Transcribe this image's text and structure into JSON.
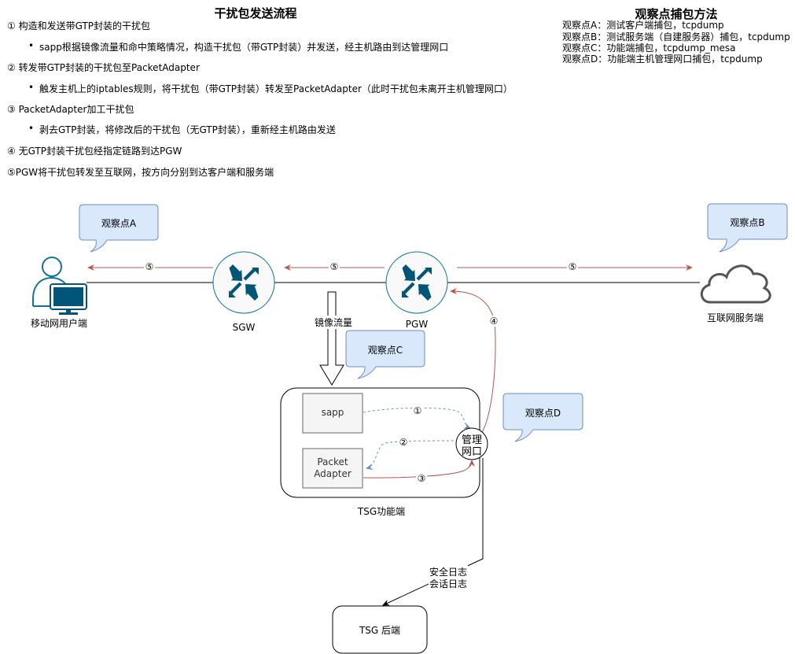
{
  "flow": {
    "title": "干扰包发送流程",
    "steps": [
      {
        "label": "① 构造和发送带GTP封装的干扰包",
        "detail": "sapp根据镜像流量和命中策略情况，构造干扰包（带GTP封装）并发送，经主机路由到达管理网口"
      },
      {
        "label": "② 转发带GTP封装的干扰包至PacketAdapter",
        "detail": "触发主机上的iptables规则，将干扰包（带GTP封装）转发至PacketAdapter（此时干扰包未离开主机管理网口）"
      },
      {
        "label": "③ PacketAdapter加工干扰包",
        "detail": "剥去GTP封装，将修改后的干扰包（无GTP封装），重新经主机路由发送"
      },
      {
        "label": "④ 无GTP封装干扰包经指定链路到达PGW"
      },
      {
        "label": "⑤PGW将干扰包转发至互联网，按方向分别到达客户端和服务端"
      }
    ]
  },
  "capture": {
    "title": "观察点捕包方法",
    "lines": [
      "观察点A：测试客户端捕包，tcpdump",
      "观察点B：测试服务端（自建服务器）捕包，tcpdump",
      "观察点C：功能端捕包，tcpdump_mesa",
      "观察点D：功能端主机管理网口捕包，tcpdump"
    ]
  },
  "diagram": {
    "nodes": {
      "user": "移动网用户端",
      "sgw": "SGW",
      "pgw": "PGW",
      "internet": "互联网服务端",
      "tsg": "TSG功能端",
      "sapp": "sapp",
      "packet_adapter_line1": "Packet",
      "packet_adapter_line2": "Adapter",
      "mgmt_line1": "管理",
      "mgmt_line2": "网口",
      "backend": "TSG 后端"
    },
    "callouts": {
      "a": "观察点A",
      "b": "观察点B",
      "c": "观察点C",
      "d": "观察点D"
    },
    "edge_labels": {
      "mirror": "镜像流量",
      "step1": "①",
      "step2": "②",
      "step3": "③",
      "step4": "④",
      "step5": "⑤",
      "log_line1": "安全日志",
      "log_line2": "会话日志"
    },
    "colors": {
      "router_fill": "#035577",
      "red_flow": "#b85450",
      "blue_flow": "#6c8ebf",
      "callout_fill": "#dae8fc",
      "callout_stroke": "#6c8ebf"
    }
  }
}
